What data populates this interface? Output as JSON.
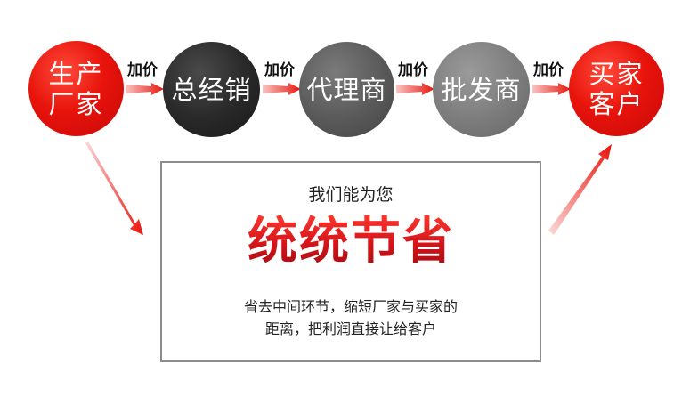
{
  "nodes": [
    {
      "label": "生产厂家",
      "color": "#e8140c"
    },
    {
      "label": "总经销",
      "color": "#2a2a2a"
    },
    {
      "label": "代理商",
      "color": "#595959"
    },
    {
      "label": "批发商",
      "color": "#7c7c7c"
    },
    {
      "label": "买家客户",
      "color": "#e8140c"
    }
  ],
  "markup_label": "加价",
  "arrow_color": "#e8140c",
  "box": {
    "intro": "我们能为您",
    "headline": "统统节省",
    "desc_line1": "省去中间环节，缩短厂家与买家的",
    "desc_line2": "距离，把利润直接让给客户"
  }
}
